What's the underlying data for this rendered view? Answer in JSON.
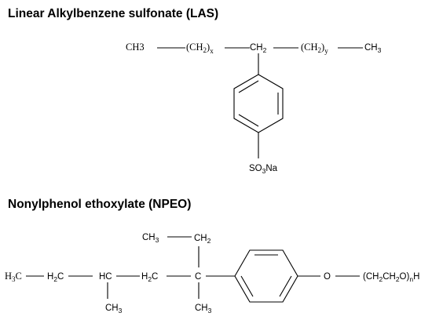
{
  "las": {
    "title": "Linear Alkylbenzene sulfonate (LAS)",
    "ch3_left": "CH3",
    "ch2x_open": "(CH",
    "ch2x_sub2": "2",
    "ch2x_close": ")",
    "ch2x_sub": "x",
    "ch2_mid": "CH",
    "ch2_mid_sub": "2",
    "ch2y_open": "(CH",
    "ch2y_sub2": "2",
    "ch2y_close": ")",
    "ch2y_sub": "y",
    "ch3_right": "CH",
    "ch3_right_sub": "3",
    "so3na_a": "SO",
    "so3na_sub": "3",
    "so3na_b": "Na"
  },
  "npeo": {
    "title": "Nonylphenol ethoxylate (NPEO)",
    "h3c": "H",
    "h3c_sub": "3",
    "h3c_c": "C",
    "h2c_1a": "H",
    "h2c_1sub": "2",
    "h2c_1b": "C",
    "hc": "HC",
    "ch3_below_hc": "CH",
    "ch3_below_hc_sub": "3",
    "h2c_2a": "H",
    "h2c_2sub": "2",
    "h2c_2b": "C",
    "c_quat": "C",
    "ch3_top": "CH",
    "ch3_top_sub": "3",
    "ch2_top": "CH",
    "ch2_top_sub": "2",
    "ch3_below_c": "CH",
    "ch3_below_c_sub": "3",
    "o": "O",
    "tail_a": "(CH",
    "tail_sub1": "2",
    "tail_b": "CH",
    "tail_sub2": "2",
    "tail_c": "O)",
    "tail_sub_n": "n",
    "tail_d": "H"
  }
}
